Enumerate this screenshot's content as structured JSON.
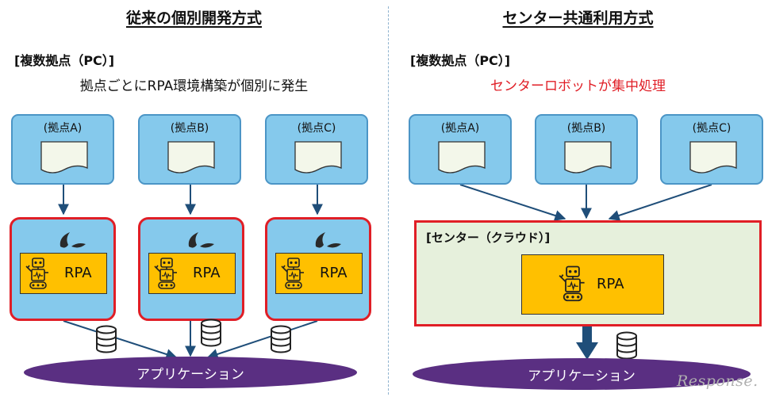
{
  "left": {
    "title": "従来の個別開発方式",
    "subtitle": "[複数拠点（PC）]",
    "description": "拠点ごとにRPA環境構築が個別に発生",
    "sites": [
      {
        "label": "(拠点A)"
      },
      {
        "label": "(拠点B)"
      },
      {
        "label": "(拠点C)"
      }
    ],
    "rpa_label": "RPA",
    "application": "アプリケーション"
  },
  "right": {
    "title": "センター共通利用方式",
    "subtitle": "[複数拠点（PC）]",
    "description": "センターロボットが集中処理",
    "sites": [
      {
        "label": "(拠点A)"
      },
      {
        "label": "(拠点B)"
      },
      {
        "label": "(拠点C)"
      }
    ],
    "center_label": "[センター（クラウド）]",
    "rpa_label": "RPA",
    "application": "アプリケーション"
  },
  "watermark": "Response.",
  "colors": {
    "site_fill": "#85c9ec",
    "site_border": "#4b95c6",
    "highlight_red": "#e01e26",
    "rpa_fill": "#ffc000",
    "center_fill": "#e6f0dc",
    "app_fill": "#5a2f82",
    "arrow": "#1f4e79"
  },
  "icons": [
    "document-icon",
    "robot-icon",
    "database-icon",
    "drop-icon"
  ]
}
